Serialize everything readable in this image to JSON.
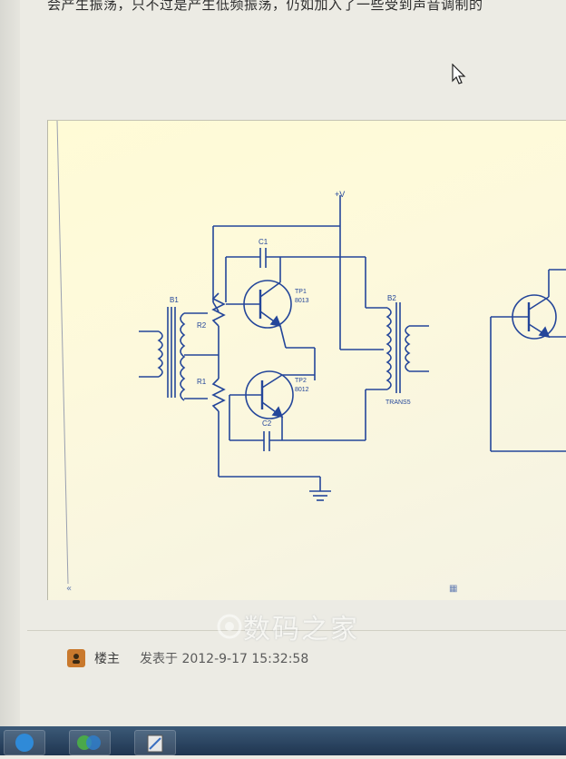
{
  "post": {
    "body_text_top": "会产生振荡，只不过是产生低频振荡，仍如加入了一些受到声音调制的",
    "poster_label": "楼主",
    "posted_label": "发表于 2012-9-17 15:32:58"
  },
  "watermark": {
    "text": "数码之家"
  },
  "schematic": {
    "labels": {
      "supply": "+V",
      "c1": "C1",
      "c2": "C2",
      "b1": "B1",
      "b2": "B2",
      "r1": "R1",
      "r2": "R2",
      "q1_name": "TP1",
      "q1_part": "8013",
      "q2_name": "TP2",
      "q2_part": "8012",
      "b2_part": "TRANS5"
    }
  },
  "icons": {
    "cursor": "mouse-pointer-icon",
    "avatar": "user-avatar-icon",
    "ground": "ground-symbol-icon"
  },
  "colors": {
    "wire": "#24469a",
    "panel_bg": "#fdf9d8",
    "page_bg": "#ecebe4"
  }
}
